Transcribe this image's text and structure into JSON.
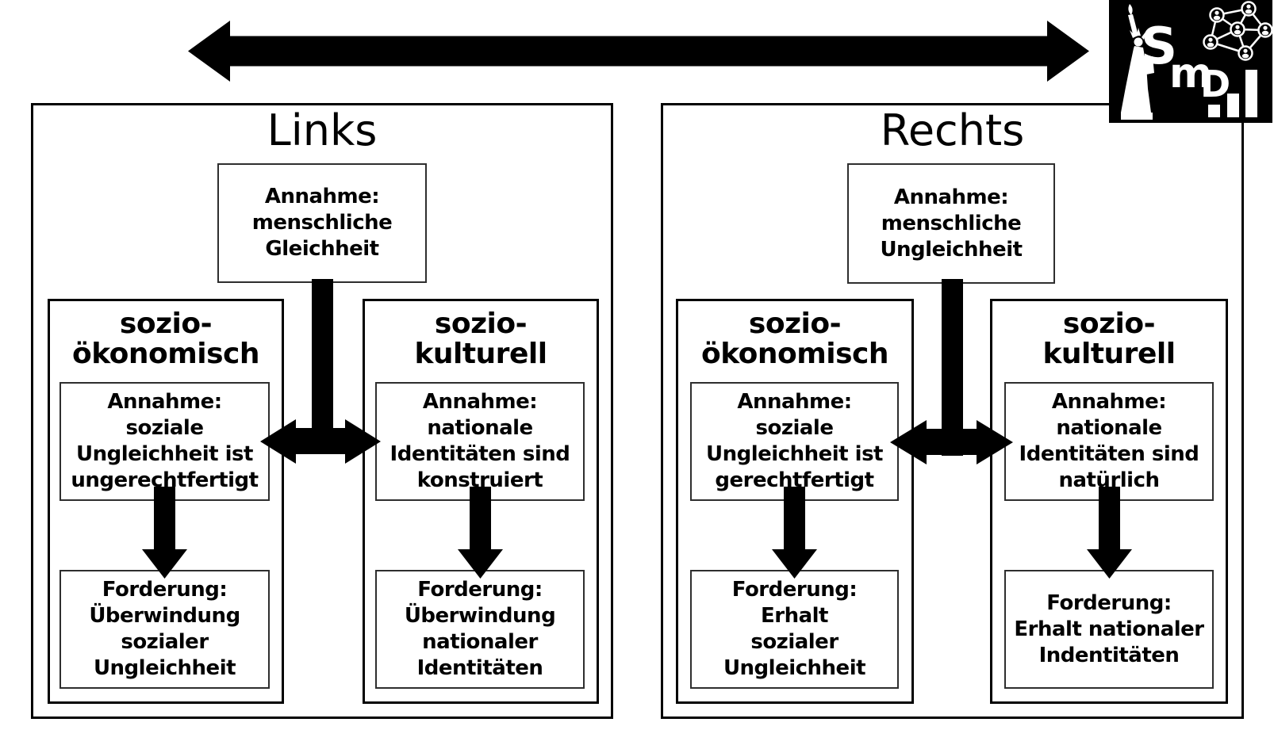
{
  "colors": {
    "ink": "#000000",
    "background": "#ffffff",
    "box_border": "#2e2e2e",
    "logo_background": "#000000",
    "logo_foreground": "#ffffff"
  },
  "logo": {
    "letter_s": "S",
    "letter_m": "m",
    "letter_d": "D"
  },
  "left_panel": {
    "title": "Links",
    "assumption": "Annahme:\nmenschliche\nGleichheit",
    "socioeconomic": {
      "heading": "sozio-\nökonomisch",
      "assumption": "Annahme:\nsoziale\nUngleichheit ist\nungerechtfertigt",
      "demand": "Forderung:\nÜberwindung\nsozialer\nUngleichheit"
    },
    "sociocultural": {
      "heading": "sozio-\nkulturell",
      "assumption": "Annahme:\nnationale\nIdentitäten sind\nkonstruiert",
      "demand": "Forderung:\nÜberwindung\nnationaler\nIdentitäten"
    }
  },
  "right_panel": {
    "title": "Rechts",
    "assumption": "Annahme:\nmenschliche\nUngleichheit",
    "socioeconomic": {
      "heading": "sozio-\nökonomisch",
      "assumption": "Annahme:\nsoziale\nUngleichheit ist\ngerechtfertigt",
      "demand": "Forderung:\nErhalt\nsozialer\nUngleichheit"
    },
    "sociocultural": {
      "heading": "sozio-\nkulturell",
      "assumption": "Annahme:\nnationale\nIdentitäten sind\nnatürlich",
      "demand": "Forderung:\nErhalt nationaler\nIndentitäten"
    }
  }
}
